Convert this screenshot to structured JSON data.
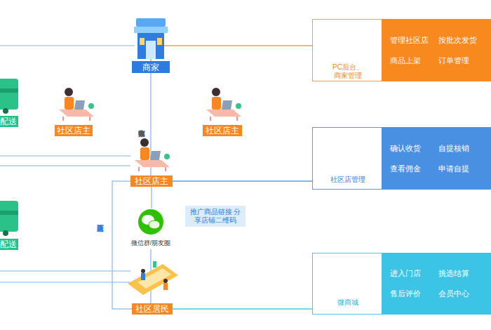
{
  "diagram": {
    "nodes": [
      {
        "text": [
          "商家"
        ]
      },
      {
        "text": [
          "PC后台、商家管理"
        ]
      },
      {
        "text": [
          "管理社区店",
          "按批次发货",
          "商品上架",
          "订单管理"
        ],
        "in": 1
      },
      {
        "text": [
          "社区店主"
        ]
      },
      {
        "text": [
          "社区店主"
        ]
      },
      {
        "text": [
          "配送"
        ]
      },
      {
        "text": [
          "社区店主"
        ]
      },
      {
        "text": [
          "社区店管理"
        ]
      },
      {
        "text": [
          "确认收货",
          "自提核销",
          "查看佣金",
          "申请自提"
        ],
        "in": 7
      },
      {
        "text": [
          "配送"
        ]
      },
      {
        "text": [
          "推广商品链接 分享店铺二维码"
        ]
      },
      {
        "text": [
          "微信群/朋友圈"
        ]
      },
      {
        "text": [
          "微商城"
        ]
      },
      {
        "text": [
          "进入门店",
          "挑选结算",
          "售后评价",
          "会员中心"
        ],
        "in": 12
      },
      {
        "text": [
          "社区居民"
        ]
      }
    ],
    "edges": [
      {
        "from": 0,
        "to": 6,
        "label": "商家接收订单",
        "arrow": "none"
      },
      {
        "from": 6,
        "to": 11,
        "arrow": "none"
      },
      {
        "from": 11,
        "to": 14,
        "arrow": "none"
      },
      {
        "from": 14,
        "to": 6,
        "label": "进入社区店下单",
        "arrow": "none"
      },
      {
        "from": 0,
        "to": 1,
        "arrow": "none"
      },
      {
        "from": 6,
        "to": 7,
        "arrow": "none"
      },
      {
        "from": 14,
        "to": 12,
        "arrow": "none"
      }
    ]
  }
}
